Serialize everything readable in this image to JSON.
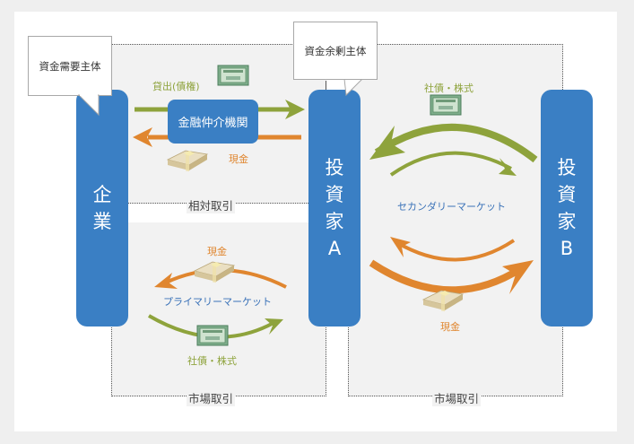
{
  "diagram": {
    "title": "資金の流れと取引形態",
    "colors": {
      "entity_blue": "#3a7fc4",
      "securities_green": "#8ea33c",
      "cash_orange": "#e0862f",
      "market_label_blue": "#3a72b8",
      "region_gray": "#f2f2f2"
    },
    "entities": {
      "company": {
        "chars": [
          "企",
          "業"
        ]
      },
      "investor_a": {
        "chars": [
          "投",
          "資",
          "家",
          "A"
        ]
      },
      "investor_b": {
        "chars": [
          "投",
          "資",
          "家",
          "B"
        ]
      },
      "financial_intermediary": "金融仲介機関"
    },
    "bubbles": {
      "demand": "資金需要主体",
      "surplus": "資金余剰主体"
    },
    "flows": {
      "loan_label": "貸出(債権)",
      "cash_top": "現金",
      "cash_primary": "現金",
      "securities_primary": "社債・株式",
      "securities_secondary": "社債・株式",
      "cash_secondary": "現金"
    },
    "markets": {
      "primary": "プライマリーマーケット",
      "secondary": "セカンダリーマーケット"
    },
    "regions": {
      "relative": "相対取引",
      "market_left": "市場取引",
      "market_right": "市場取引"
    },
    "icons": [
      "bond-certificate-icon",
      "cash-bundle-icon",
      "arrow-icon"
    ]
  }
}
